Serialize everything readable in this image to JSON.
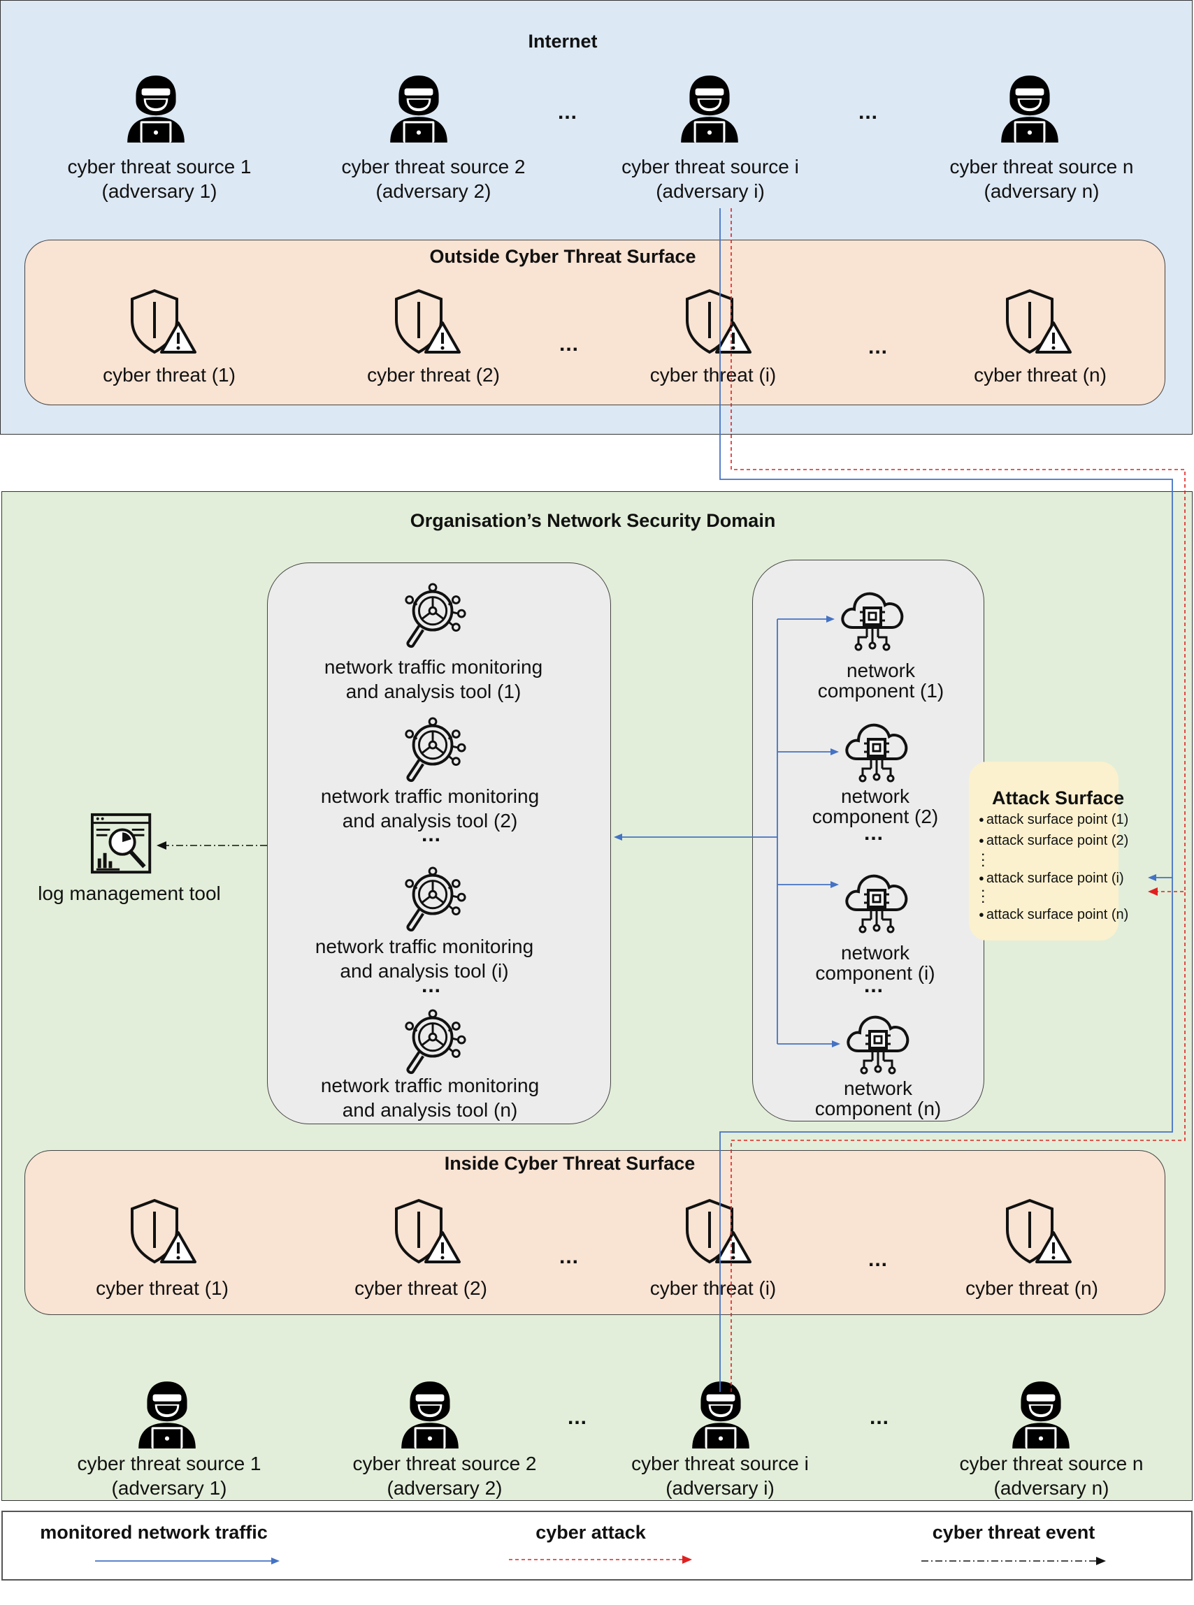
{
  "internet": {
    "title": "Internet",
    "sources": [
      {
        "name": "cyber threat source 1",
        "alias": "(adversary 1)"
      },
      {
        "name": "cyber threat source 2",
        "alias": "(adversary 2)"
      },
      {
        "name": "cyber threat source i",
        "alias": "(adversary i)"
      },
      {
        "name": "cyber threat source n",
        "alias": "(adversary n)"
      }
    ],
    "ellipsis": "..."
  },
  "outside_surface": {
    "title": "Outside Cyber Threat Surface",
    "threats": [
      "cyber threat (1)",
      "cyber threat (2)",
      "cyber threat (i)",
      "cyber threat (n)"
    ],
    "ellipsis": "..."
  },
  "org": {
    "title": "Organisation’s Network Security Domain",
    "tools": [
      {
        "line1": "network traffic monitoring",
        "line2": "and analysis tool (1)"
      },
      {
        "line1": "network traffic monitoring",
        "line2": "and analysis tool (2)"
      },
      {
        "line1": "network traffic monitoring",
        "line2": "and analysis tool (i)"
      },
      {
        "line1": "network traffic monitoring",
        "line2": "and analysis tool (n)"
      }
    ],
    "components": [
      {
        "line1": "network",
        "line2": "component (1)"
      },
      {
        "line1": "network",
        "line2": "component (2)"
      },
      {
        "line1": "network",
        "line2": "component (i)"
      },
      {
        "line1": "network",
        "line2": "component (n)"
      }
    ],
    "log_tool": "log management tool",
    "ellipsis": "..."
  },
  "attack_surface": {
    "title": "Attack Surface",
    "points": [
      "attack surface point (1)",
      "attack surface point (2)",
      "attack surface point (i)",
      "attack surface point (n)"
    ]
  },
  "inside_surface": {
    "title": "Inside Cyber Threat Surface",
    "threats": [
      "cyber threat (1)",
      "cyber threat (2)",
      "cyber threat (i)",
      "cyber threat (n)"
    ],
    "ellipsis": "..."
  },
  "inside_sources": [
    {
      "name": "cyber threat source 1",
      "alias": "(adversary 1)"
    },
    {
      "name": "cyber threat source 2",
      "alias": "(adversary 2)"
    },
    {
      "name": "cyber threat source i",
      "alias": "(adversary i)"
    },
    {
      "name": "cyber threat source n",
      "alias": "(adversary n)"
    }
  ],
  "legend": {
    "items": [
      {
        "label": "monitored network traffic",
        "color": "#4472c4"
      },
      {
        "label": "cyber attack",
        "color": "#e02020"
      },
      {
        "label": "cyber threat event",
        "color": "#111111"
      }
    ]
  },
  "icons": {
    "adversary": "hacker-icon",
    "threat": "shield-warning-icon",
    "tool": "magnifier-network-icon",
    "component": "cloud-chip-icon",
    "log": "log-analytics-icon"
  }
}
